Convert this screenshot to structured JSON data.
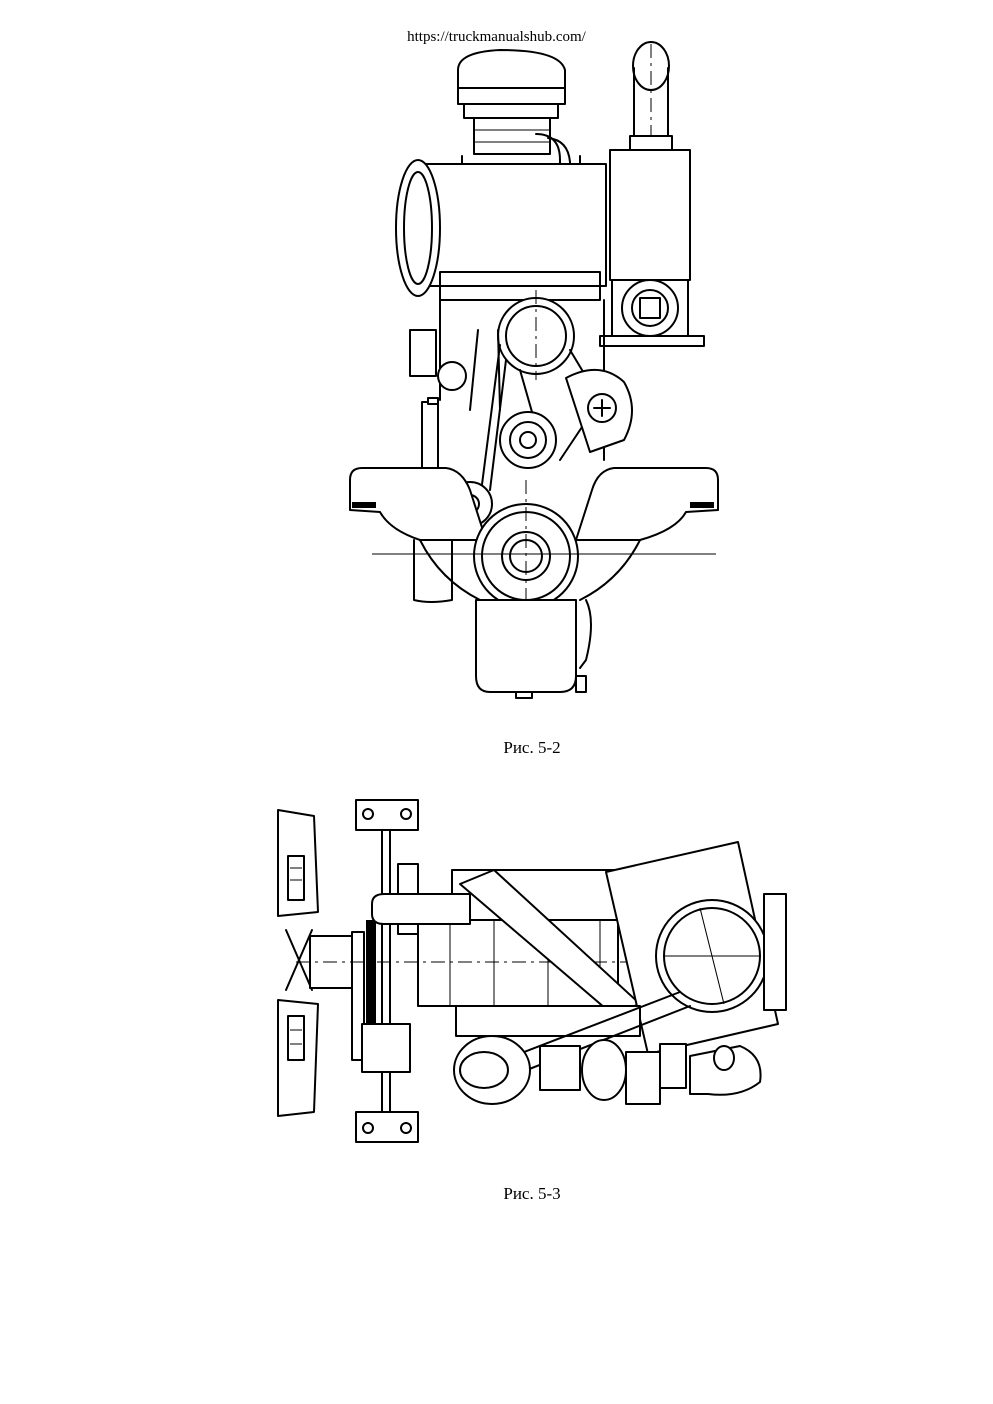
{
  "header": {
    "source_url": "https://truckmanualshub.com/"
  },
  "figures": [
    {
      "caption": "Рис. 5-2",
      "view": "front"
    },
    {
      "caption": "Рис. 5-3",
      "view": "top"
    }
  ]
}
